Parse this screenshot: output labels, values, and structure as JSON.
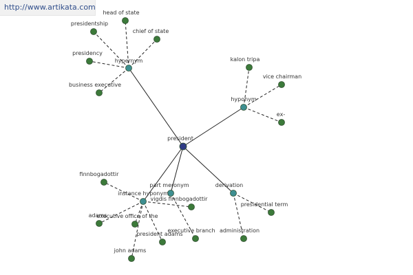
{
  "header": {
    "url_text": "http://www.artikata.com"
  },
  "colors": {
    "center_node": "#2f3b85",
    "relation_node": "#3e8f91",
    "leaf_node": "#3c7a3a",
    "node_stroke": "#2f4f2f",
    "edge": "#222222"
  },
  "center": {
    "label": "president"
  },
  "relations": {
    "hypernym": {
      "label": "hypernym"
    },
    "hyponym": {
      "label": "hyponym"
    },
    "instance_hyponym": {
      "label": "instance hyponym"
    },
    "part_meronym": {
      "label": "part meronym"
    },
    "derivation": {
      "label": "derivation"
    }
  },
  "leaves": {
    "head_of_state": {
      "label": "head of state"
    },
    "presidentship": {
      "label": "presidentship"
    },
    "chief_of_state": {
      "label": "chief of state"
    },
    "presidency": {
      "label": "presidency"
    },
    "business_executive": {
      "label": "business executive"
    },
    "kalon_tripa": {
      "label": "kalon tripa"
    },
    "vice_chairman": {
      "label": "vice chairman"
    },
    "ex": {
      "label": "ex-"
    },
    "finnbogadottir": {
      "label": "finnbogadottir"
    },
    "adams": {
      "label": "adams"
    },
    "executive_office_of_the": {
      "label": "executive office of the"
    },
    "vigdis_finnbogadottir": {
      "label": "vigdis finnbogadottir"
    },
    "president_adams": {
      "label": "president adams"
    },
    "john_adams": {
      "label": "john adams"
    },
    "executive_branch": {
      "label": "executive branch"
    },
    "presidential_term": {
      "label": "presidential term"
    },
    "administration": {
      "label": "administration"
    }
  }
}
